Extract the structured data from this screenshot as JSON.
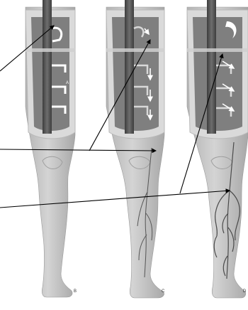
{
  "figure": {
    "panels": [
      {
        "id": "B",
        "label": "B"
      },
      {
        "id": "C",
        "label": "C"
      },
      {
        "id": "D",
        "label": "D"
      }
    ],
    "inset_label": "A"
  },
  "colors": {
    "skin": "#c9c9c9",
    "skin_shadow": "#a9a9a9",
    "cutaway_frame": "#d8d8d8",
    "cutaway_inner": "#7a7a7a",
    "vein": "#4f4f4f",
    "pointer_line": "#000000",
    "flow_arrow": "#ffffff"
  }
}
